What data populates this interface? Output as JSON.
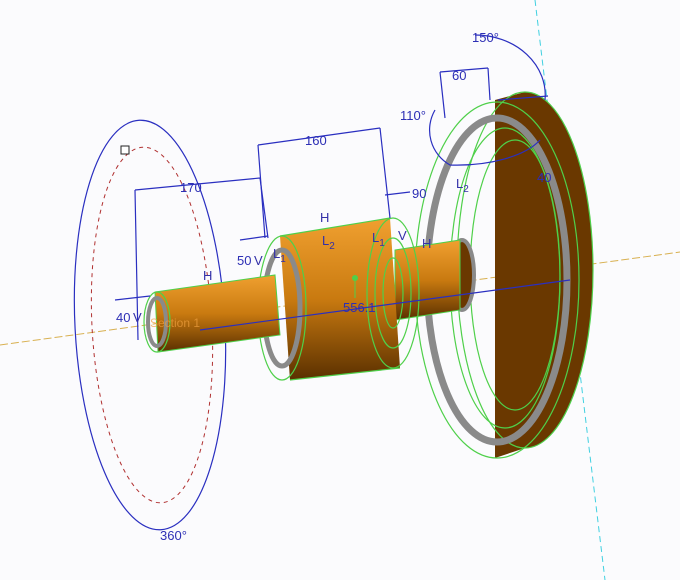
{
  "viewport": {
    "colors": {
      "body": "#c97a10",
      "edge": "#4fd04a",
      "dimension": "#2a2fc0",
      "axis": "#e0b040",
      "revolve_path": "#b03030",
      "ring": "#8a8a8a",
      "centerline": "#40d0e0"
    },
    "dimensions": {
      "d170": "170",
      "d160": "160",
      "d60": "60",
      "a150": "150°",
      "a110": "110°",
      "d90": "90",
      "d40_right": "40",
      "d50": "50",
      "d40_left": "40",
      "a360": "360°",
      "d556": "556.1"
    },
    "labels": {
      "h": "H",
      "v": "V",
      "l1": "L",
      "l1_sub": "1",
      "l2": "L",
      "l2_sub": "2"
    },
    "ghost_text": "Section 1"
  }
}
